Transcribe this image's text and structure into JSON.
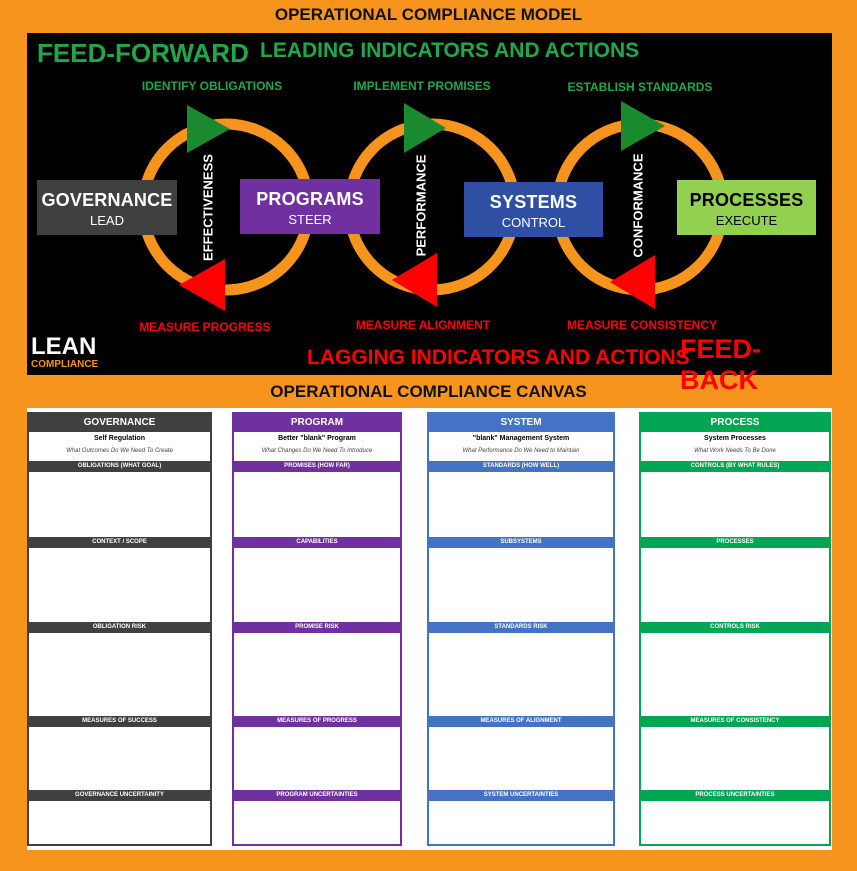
{
  "model_title": "OPERATIONAL COMPLIANCE MODEL",
  "canvas_title": "OPERATIONAL COMPLIANCE CANVAS",
  "diagram": {
    "feed_forward": "FEED-FORWARD",
    "leading": "LEADING INDICATORS AND ACTIONS",
    "lagging": "LAGGING INDICATORS AND ACTIONS",
    "feed_back": "FEED-BACK",
    "logo_line1": "LEAN",
    "logo_line2": "COMPLIANCE",
    "top_labels": [
      "IDENTIFY OBLIGATIONS",
      "IMPLEMENT PROMISES",
      "ESTABLISH STANDARDS"
    ],
    "bottom_labels": [
      "MEASURE PROGRESS",
      "MEASURE ALIGNMENT",
      "MEASURE CONSISTENCY"
    ],
    "loop_labels": [
      "EFFECTIVENESS",
      "PERFORMANCE",
      "CONFORMANCE"
    ],
    "boxes": [
      {
        "title": "GOVERNANCE",
        "sub": "LEAD",
        "color": "#404040"
      },
      {
        "title": "PROGRAMS",
        "sub": "STEER",
        "color": "#7030a0"
      },
      {
        "title": "SYSTEMS",
        "sub": "CONTROL",
        "color": "#2e4fa3"
      },
      {
        "title": "PROCESSES",
        "sub": "EXECUTE",
        "color": "#92d050"
      }
    ],
    "colors": {
      "orange": "#f7941d",
      "green": "#1a8a2e",
      "red": "#ff0000",
      "headline_green": "#1fa84a"
    }
  },
  "canvas": [
    {
      "head": "GOVERNANCE",
      "color": "#404040",
      "sub": "Self Regulation",
      "q": "What Outcomes Do We Need To Create",
      "sections": [
        "OBLIGATIONS (WHAT GOAL)",
        "CONTEXT / SCOPE",
        "OBLIGATION RISK",
        "MEASURES OF SUCCESS",
        "GOVERNANCE UNCERTAINITY"
      ]
    },
    {
      "head": "PROGRAM",
      "color": "#7030a0",
      "sub": "Better \"blank\" Program",
      "q": "What Changes Do We Need To Introduce",
      "sections": [
        "PROMISES (HOW FAR)",
        "CAPABILITIES",
        "PROMISE RISK",
        "MEASURES OF PROGRESS",
        "PROGRAM UNCERTAINTIES"
      ]
    },
    {
      "head": "SYSTEM",
      "color": "#4472c4",
      "sub": "\"blank\" Management System",
      "q": "What Performance Do We Need to Maintain",
      "sections": [
        "STANDARDS (HOW WELL)",
        "SUBSYSTEMS",
        "STANDARDS RISK",
        "MEASURES OF ALIGNMENT",
        "SYSTEM UNCERTAINTIES"
      ]
    },
    {
      "head": "PROCESS",
      "color": "#00a651",
      "sub": "System Processes",
      "q": "What Work Needs To Be Done",
      "sections": [
        "CONTROLS (BY WHAT RULES)",
        "PROCESSES",
        "CONTROLS RISK",
        "MEASURES OF CONSISTENCY",
        "PROCESS UNCERTAINTIES"
      ]
    }
  ]
}
